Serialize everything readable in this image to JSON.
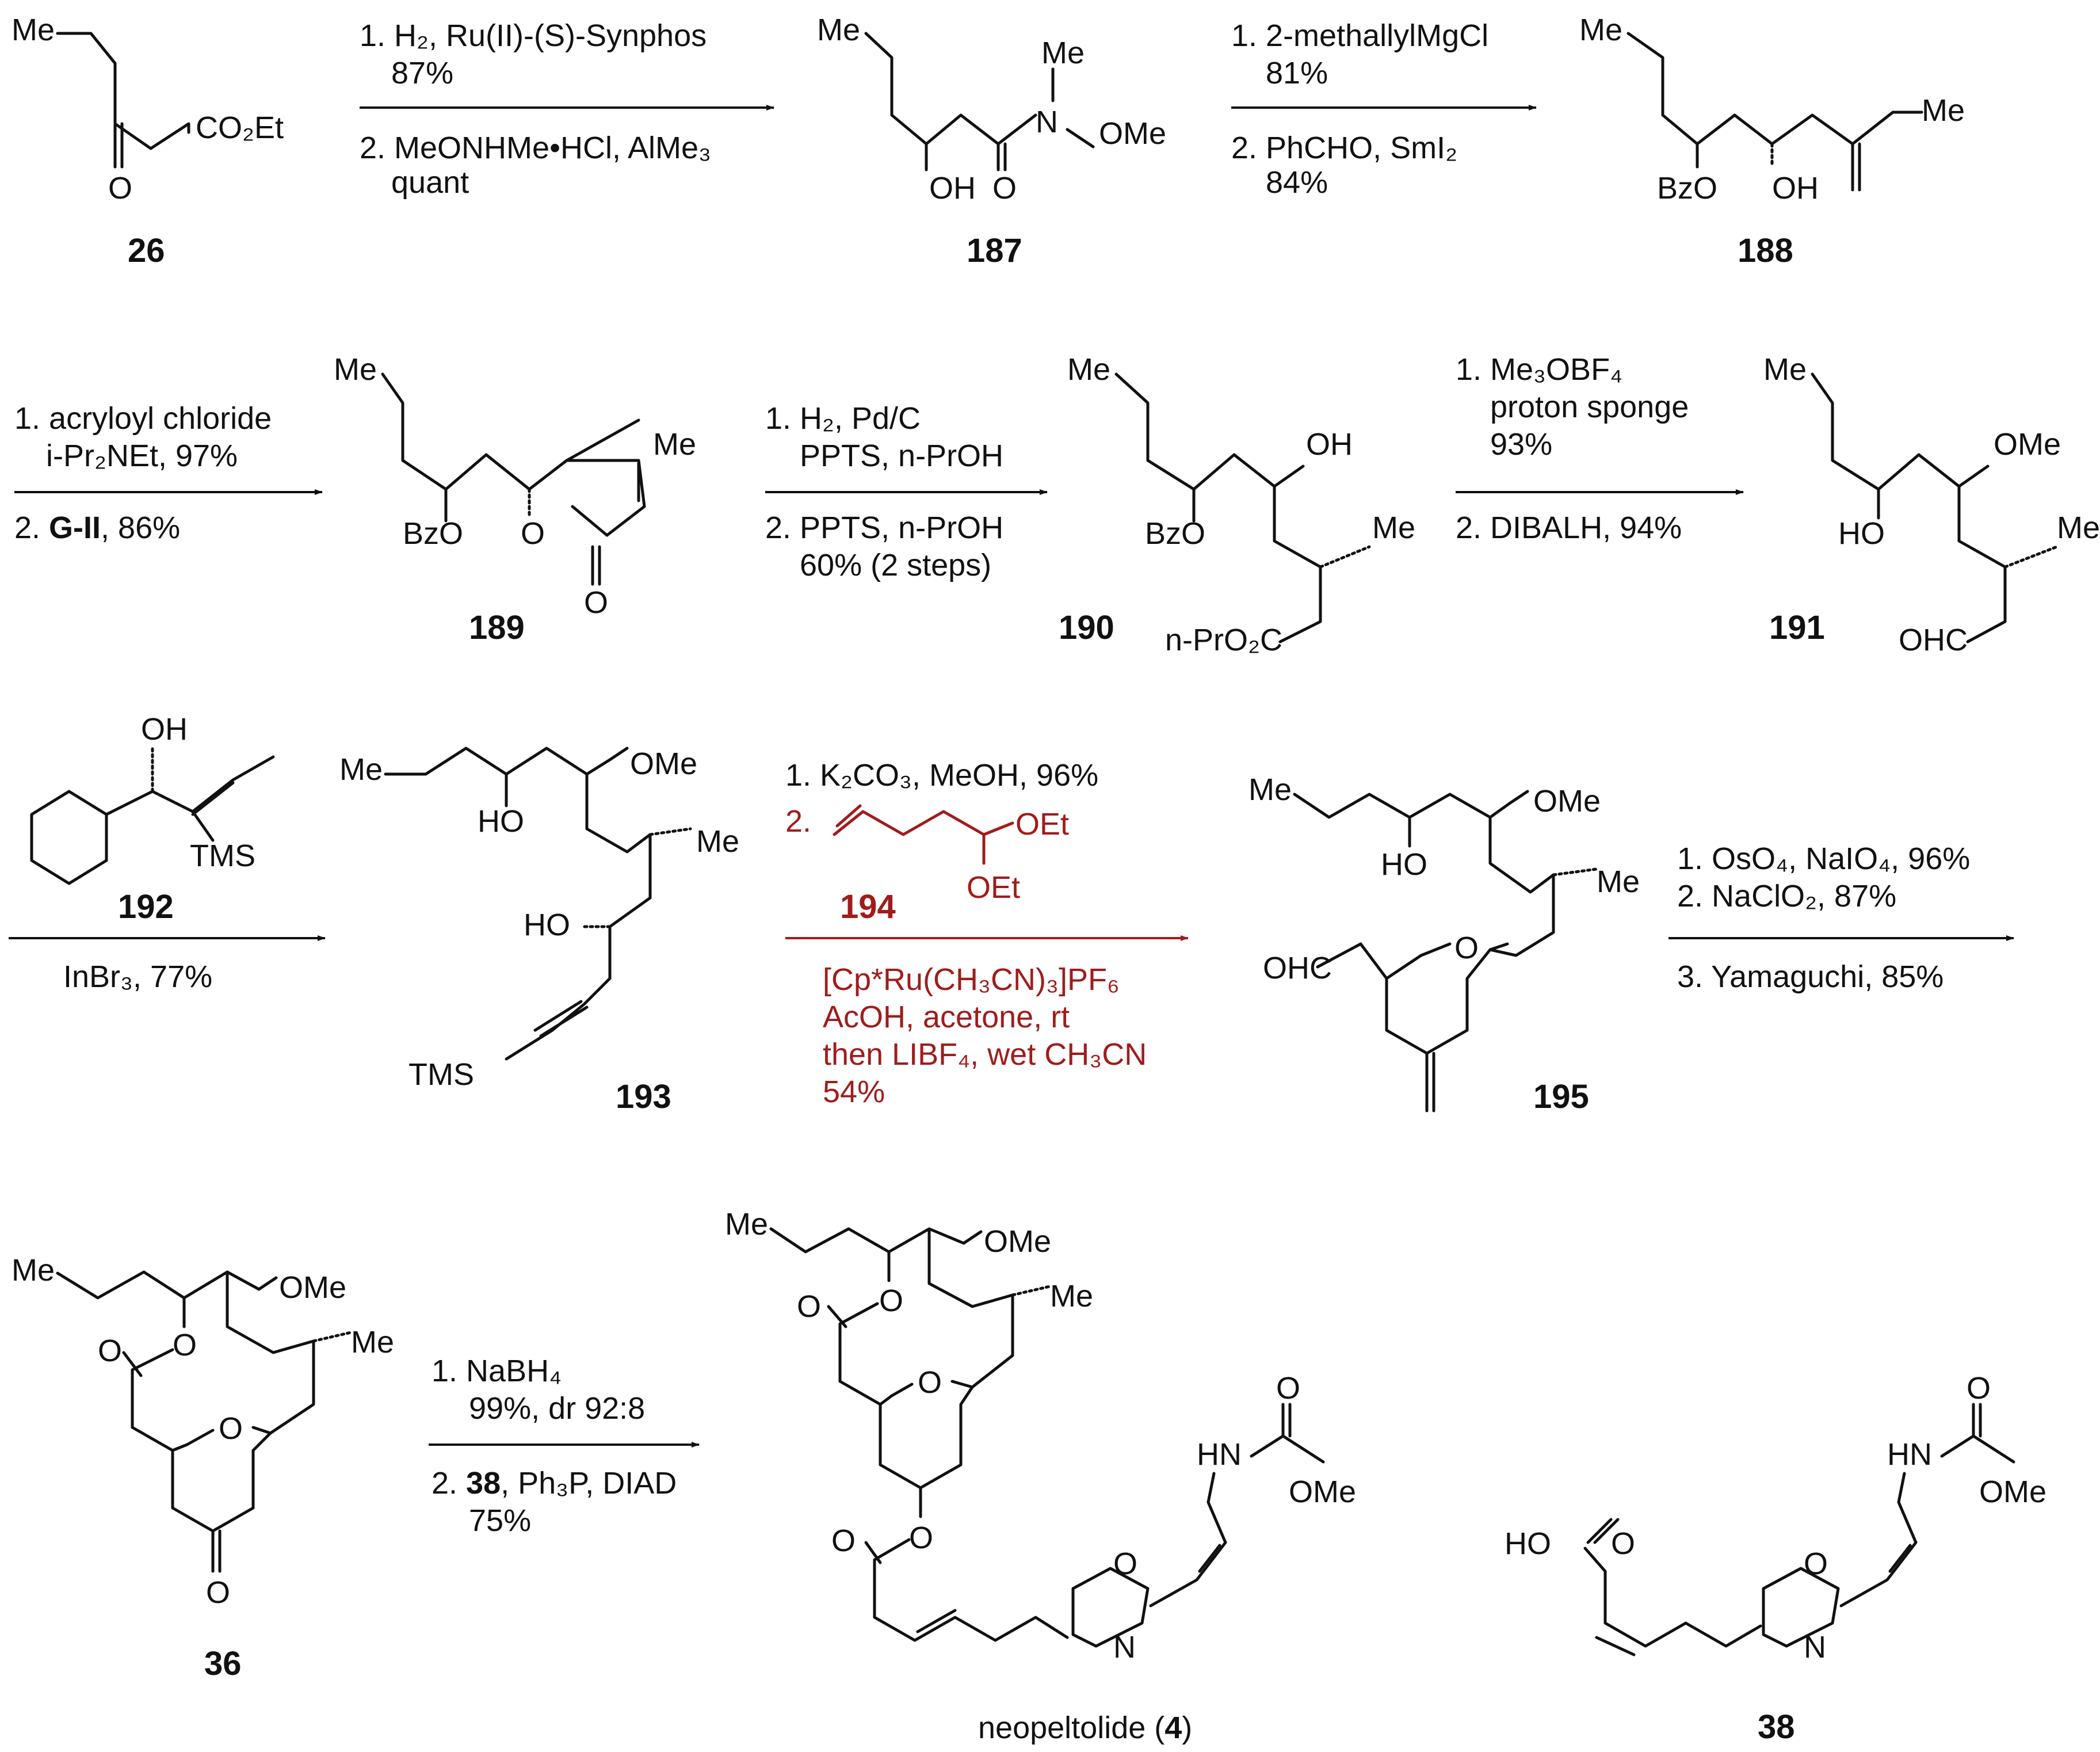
{
  "compounds": {
    "c26": "26",
    "c187": "187",
    "c188": "188",
    "c189": "189",
    "c190": "190",
    "c191": "191",
    "c192": "192",
    "c193": "193",
    "c194": "194",
    "c195": "195",
    "c36": "36",
    "c38": "38",
    "neo_prefix": "neopeltolide (",
    "neo_num": "4",
    "neo_suffix": ")"
  },
  "labels": {
    "me": "Me",
    "oh": "OH",
    "ho": "HO",
    "o": "O",
    "n": "N",
    "ome": "OMe",
    "bzo": "BzO",
    "co2et": "CO₂Et",
    "ohc": "OHC",
    "tms": "TMS",
    "oet": "OEt",
    "hn": "HN",
    "nprco2c": "n-PrO₂C"
  },
  "step1": {
    "a1": "1. H₂, Ru(II)-(S)-Synphos",
    "a2": "87%",
    "b1": "2. MeONHMe•HCl, AlMe₃",
    "b2": "quant"
  },
  "step2": {
    "a1": "1. 2-methallylMgCl",
    "a2": "81%",
    "b1": "2. PhCHO, SmI₂",
    "b2": "84%"
  },
  "step3": {
    "a1": "1. acryloyl chloride",
    "a2": "i-Pr₂NEt, 97%",
    "b1_pre": "2. ",
    "b1_bold": "G-II",
    "b1_post": ", 86%"
  },
  "step4": {
    "a1": "1. H₂, Pd/C",
    "a2": "PPTS, n-PrOH",
    "b1": "2. PPTS, n-PrOH",
    "b2": "60% (2 steps)"
  },
  "step5": {
    "a1": "1. Me₃OBF₄",
    "a2": "proton sponge",
    "a3": "93%",
    "b1": "2. DIBALH, 94%"
  },
  "step6": {
    "b1": "InBr₃, 77%"
  },
  "step7": {
    "a1": "1. K₂CO₃, MeOH, 96%",
    "a2": "2.",
    "c1": "[Cp*Ru(CH₃CN)₃]PF₆",
    "c2": "AcOH, acetone, rt",
    "c3": "then LIBF₄, wet CH₃CN",
    "c4": "54%"
  },
  "step8": {
    "a1": "1. OsO₄, NaIO₄, 96%",
    "a2": "2. NaClO₂, 87%",
    "b1": "3. Yamaguchi, 85%"
  },
  "step9": {
    "a1": "1. NaBH₄",
    "a2": "99%, dr 92:8",
    "b1_pre": "2. ",
    "b1_bold": "38",
    "b1_post": ", Ph₃P, DIAD",
    "b2": "75%"
  },
  "colors": {
    "ink": "#111111",
    "highlight": "#a01c1c"
  }
}
